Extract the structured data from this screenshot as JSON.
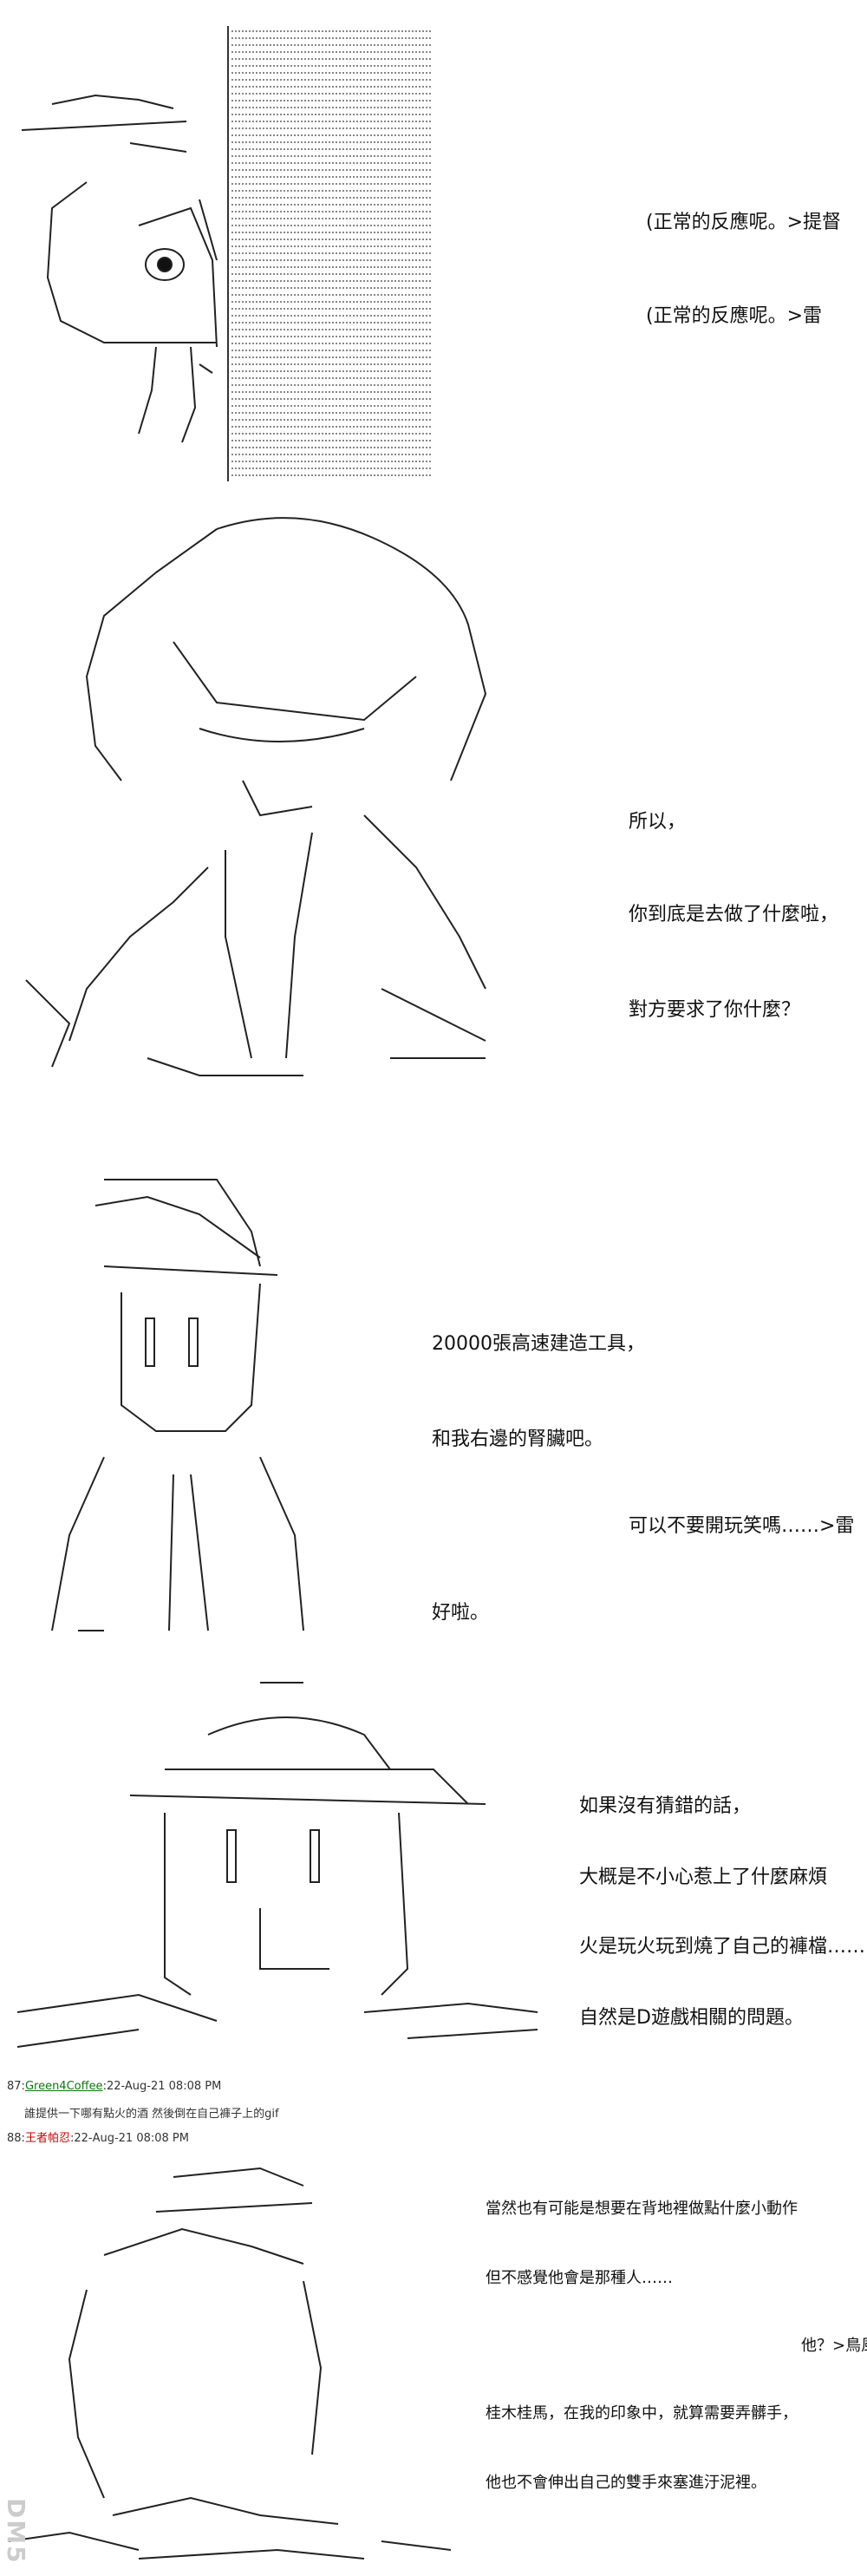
{
  "panels": [
    {
      "lines": [
        "(正常的反應呢。>提督",
        "(正常的反應呢。>雷"
      ]
    },
    {
      "lines": [
        "所以，",
        "你到底是去做了什麼啦，",
        "對方要求了你什麼？"
      ]
    },
    {
      "lines": [
        "20000張高速建造工具，",
        "和我右邊的腎臟吧。",
        "可以不要開玩笑嗎……>雷",
        "好啦。"
      ]
    },
    {
      "lines": [
        "如果沒有猜錯的話，",
        "大概是不小心惹上了什麼麻煩",
        "火是玩火玩到燒了自己的褲檔……",
        "自然是D遊戲相關的問題。"
      ]
    }
  ],
  "posts": [
    {
      "number": "87",
      "name": "Green4Coffee",
      "date": "22-Aug-21 08:08 PM",
      "body": "誰提供一下哪有點火的酒 然後倒在自己褲子上的gif"
    },
    {
      "number": "88",
      "name": "王者帕忍",
      "date": "22-Aug-21 08:08 PM"
    }
  ],
  "panel5": {
    "lines": [
      "當然也有可能是想要在背地裡做點什麼小動作",
      "但不感覺他會是那種人……",
      "他？>鳥風",
      "桂木桂馬，在我的印象中，就算需要弄髒手，",
      "他也不會伸出自己的雙手來塞進汙泥裡。"
    ]
  },
  "watermark": "DM5"
}
